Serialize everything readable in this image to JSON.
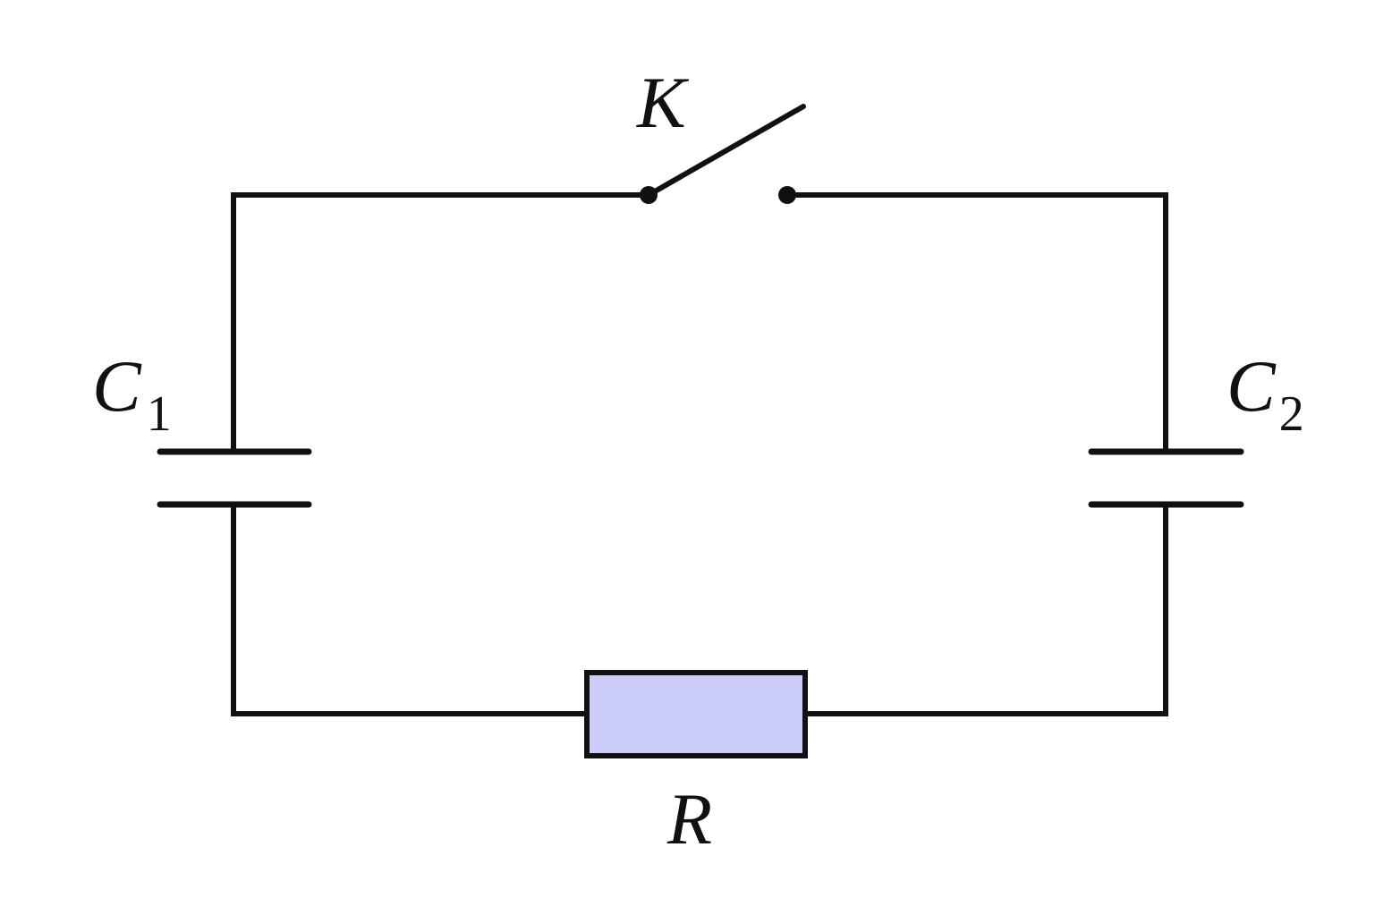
{
  "labels": {
    "switch": "K",
    "capacitor_left": {
      "main": "C",
      "sub": "1"
    },
    "capacitor_right": {
      "main": "C",
      "sub": "2"
    },
    "resistor": "R"
  },
  "colors": {
    "line": "#111111",
    "resistor_fill": "#ccccf8",
    "background": "#ffffff"
  }
}
